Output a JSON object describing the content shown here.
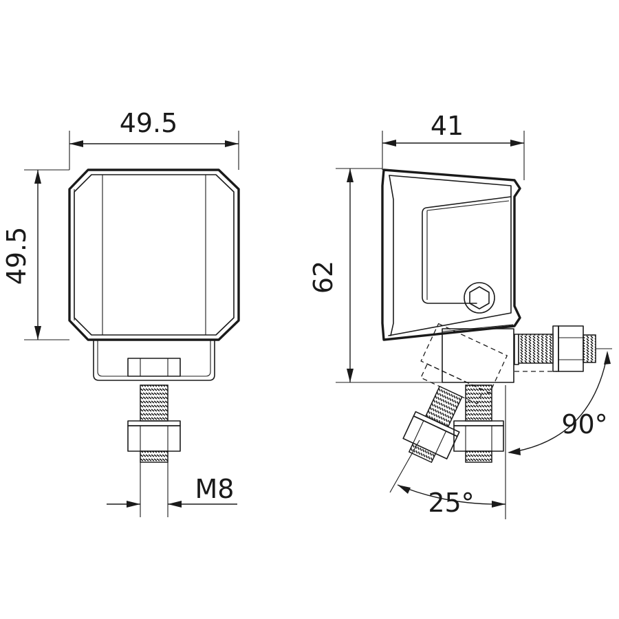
{
  "dimensions": {
    "front_width": "49.5",
    "front_height": "49.5",
    "thread": "M8",
    "side_depth": "41",
    "side_height": "62",
    "angle_swivel": "90°",
    "angle_tilt": "25°"
  }
}
